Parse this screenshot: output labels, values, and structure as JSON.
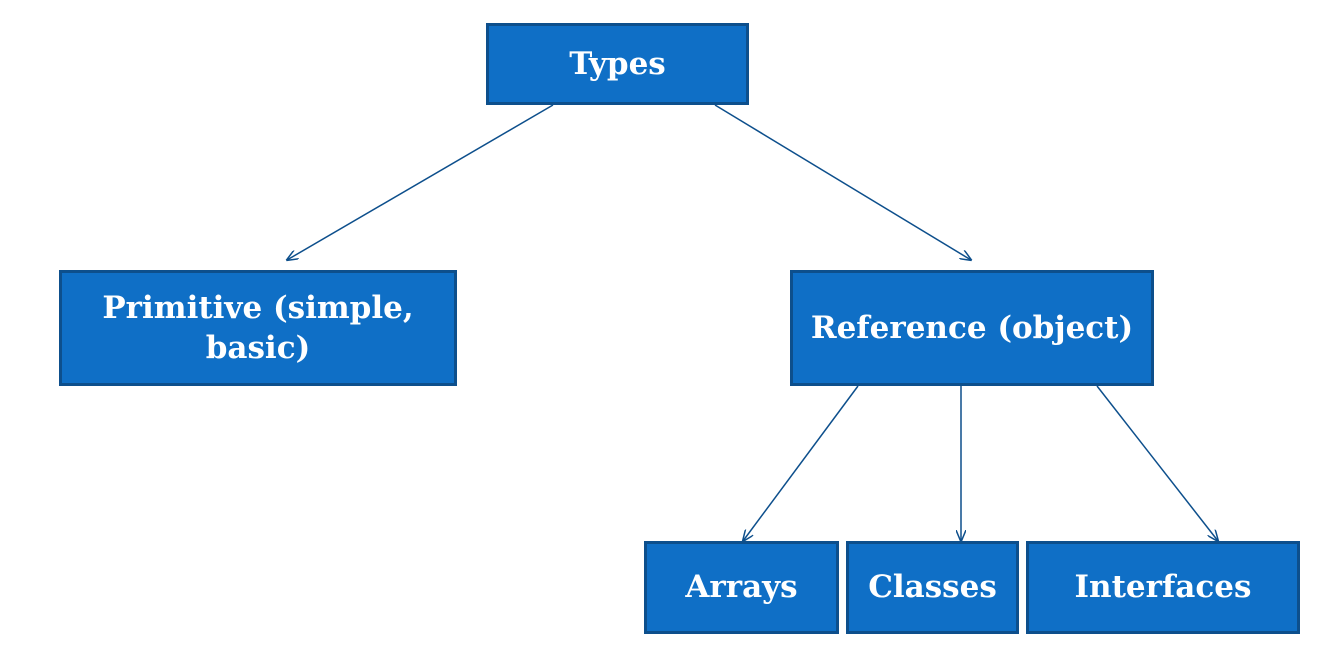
{
  "diagram": {
    "nodes": {
      "types": "Types",
      "primitive": "Primitive (simple, basic)",
      "reference": "Reference (object)",
      "arrays": "Arrays",
      "classes": "Classes",
      "interfaces": "Interfaces"
    },
    "edges": [
      {
        "from": "Types",
        "to": "Primitive (simple, basic)"
      },
      {
        "from": "Types",
        "to": "Reference (object)"
      },
      {
        "from": "Reference (object)",
        "to": "Arrays"
      },
      {
        "from": "Reference (object)",
        "to": "Classes"
      },
      {
        "from": "Reference (object)",
        "to": "Interfaces"
      }
    ],
    "colors": {
      "node_fill": "#0f6fc6",
      "node_border": "#0d4f8c",
      "edge": "#0d4f8c",
      "text": "#ffffff"
    }
  }
}
